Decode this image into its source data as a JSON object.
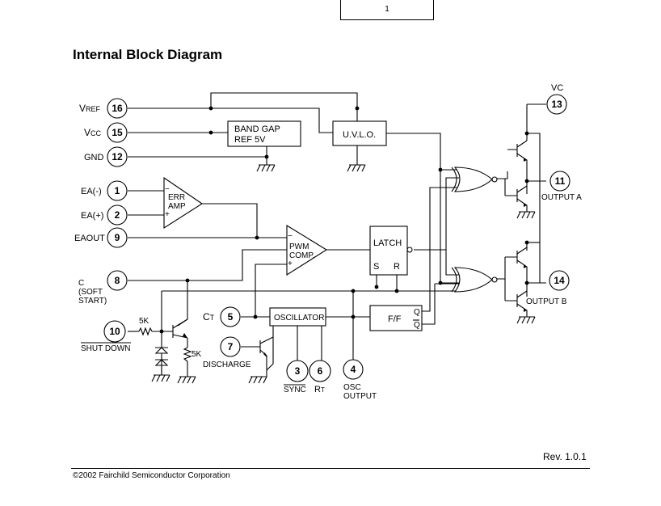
{
  "page": {
    "header_box_text": "1",
    "title": "Internal Block Diagram",
    "revision": "Rev. 1.0.1",
    "copyright": "©2002 Fairchild Semiconductor Corporation"
  },
  "pins": [
    {
      "number": "16",
      "label": "VREF"
    },
    {
      "number": "15",
      "label": "VCC"
    },
    {
      "number": "12",
      "label": "GND"
    },
    {
      "number": "1",
      "label": "EA(-)"
    },
    {
      "number": "2",
      "label": "EA(+)"
    },
    {
      "number": "9",
      "label": "EAOUT"
    },
    {
      "number": "8",
      "label": "C (SOFT START)"
    },
    {
      "number": "10",
      "label": "SHUT DOWN"
    },
    {
      "number": "5",
      "label": "CT"
    },
    {
      "number": "7",
      "label": "DISCHARGE"
    },
    {
      "number": "3",
      "label": "SYNC"
    },
    {
      "number": "6",
      "label": "RT"
    },
    {
      "number": "4",
      "label": "OSC OUTPUT"
    },
    {
      "number": "13",
      "label": "VC"
    },
    {
      "number": "11",
      "label": "OUTPUT A"
    },
    {
      "number": "14",
      "label": "OUTPUT B"
    }
  ],
  "pin_label_parts": {
    "vref": [
      "V",
      "REF"
    ],
    "vcc": [
      "V",
      "CC"
    ],
    "ct": [
      "C",
      "T"
    ],
    "rt": [
      "R",
      "T"
    ],
    "soft_start": [
      "C",
      "(SOFT",
      "START)"
    ],
    "osc_output": [
      "OSC",
      "OUTPUT"
    ]
  },
  "blocks": {
    "bandgap": [
      "BAND GAP",
      "REF 5V"
    ],
    "uvlo": "U.V.L.O.",
    "err_amp": [
      "ERR",
      "AMP"
    ],
    "pwm_comp": [
      "PWM",
      "COMP."
    ],
    "latch": {
      "name": "LATCH",
      "s": "S",
      "r": "R"
    },
    "oscillator": "OSCILLATOR",
    "flipflop": {
      "name": "F/F",
      "q": "Q",
      "qbar": "Q"
    }
  },
  "components": {
    "resistor_top": "5K",
    "resistor_bottom": "5K",
    "minus_sign": "−",
    "plus_sign": "+"
  }
}
